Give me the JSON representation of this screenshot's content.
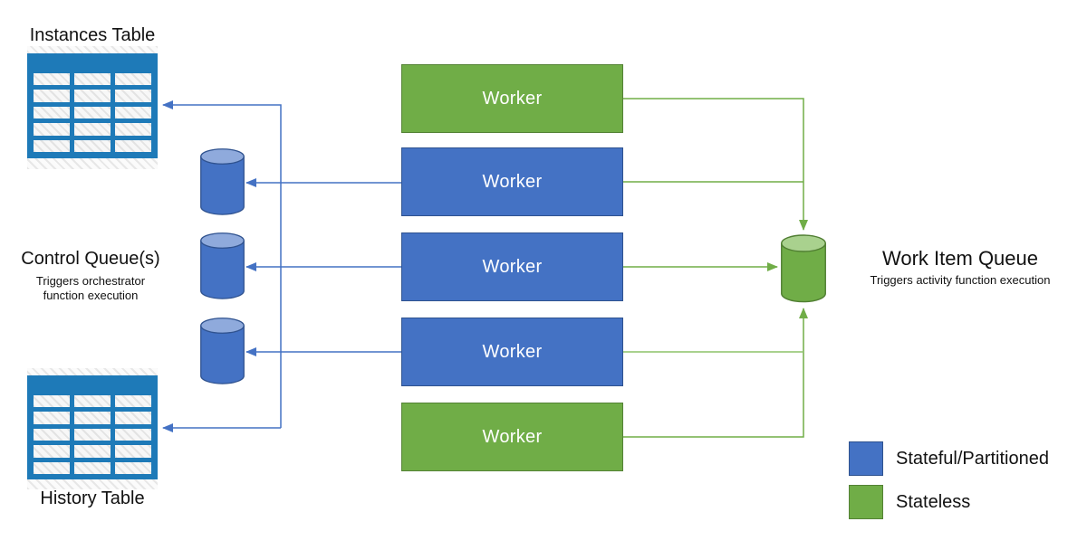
{
  "diagram": {
    "instances_table": {
      "title": "Instances Table"
    },
    "history_table": {
      "title": "History Table"
    },
    "control_queues": {
      "title": "Control Queue(s)",
      "subtitle": "Triggers orchestrator function execution",
      "queue_count": 3
    },
    "work_item_queue": {
      "title": "Work Item Queue",
      "subtitle": "Triggers activity function execution"
    },
    "workers": [
      {
        "label": "Worker",
        "type": "stateless"
      },
      {
        "label": "Worker",
        "type": "stateful"
      },
      {
        "label": "Worker",
        "type": "stateful"
      },
      {
        "label": "Worker",
        "type": "stateful"
      },
      {
        "label": "Worker",
        "type": "stateless"
      }
    ],
    "legend": [
      {
        "label": "Stateful/Partitioned",
        "color": "#4472C4"
      },
      {
        "label": "Stateless",
        "color": "#70AD47"
      }
    ],
    "colors": {
      "stateful_blue": "#4472C4",
      "stateless_green": "#70AD47",
      "table_blue": "#1E7AB8",
      "blue_connector": "#4472C4",
      "green_connector": "#70AD47",
      "light_green_connector": "#A9D18E"
    }
  }
}
